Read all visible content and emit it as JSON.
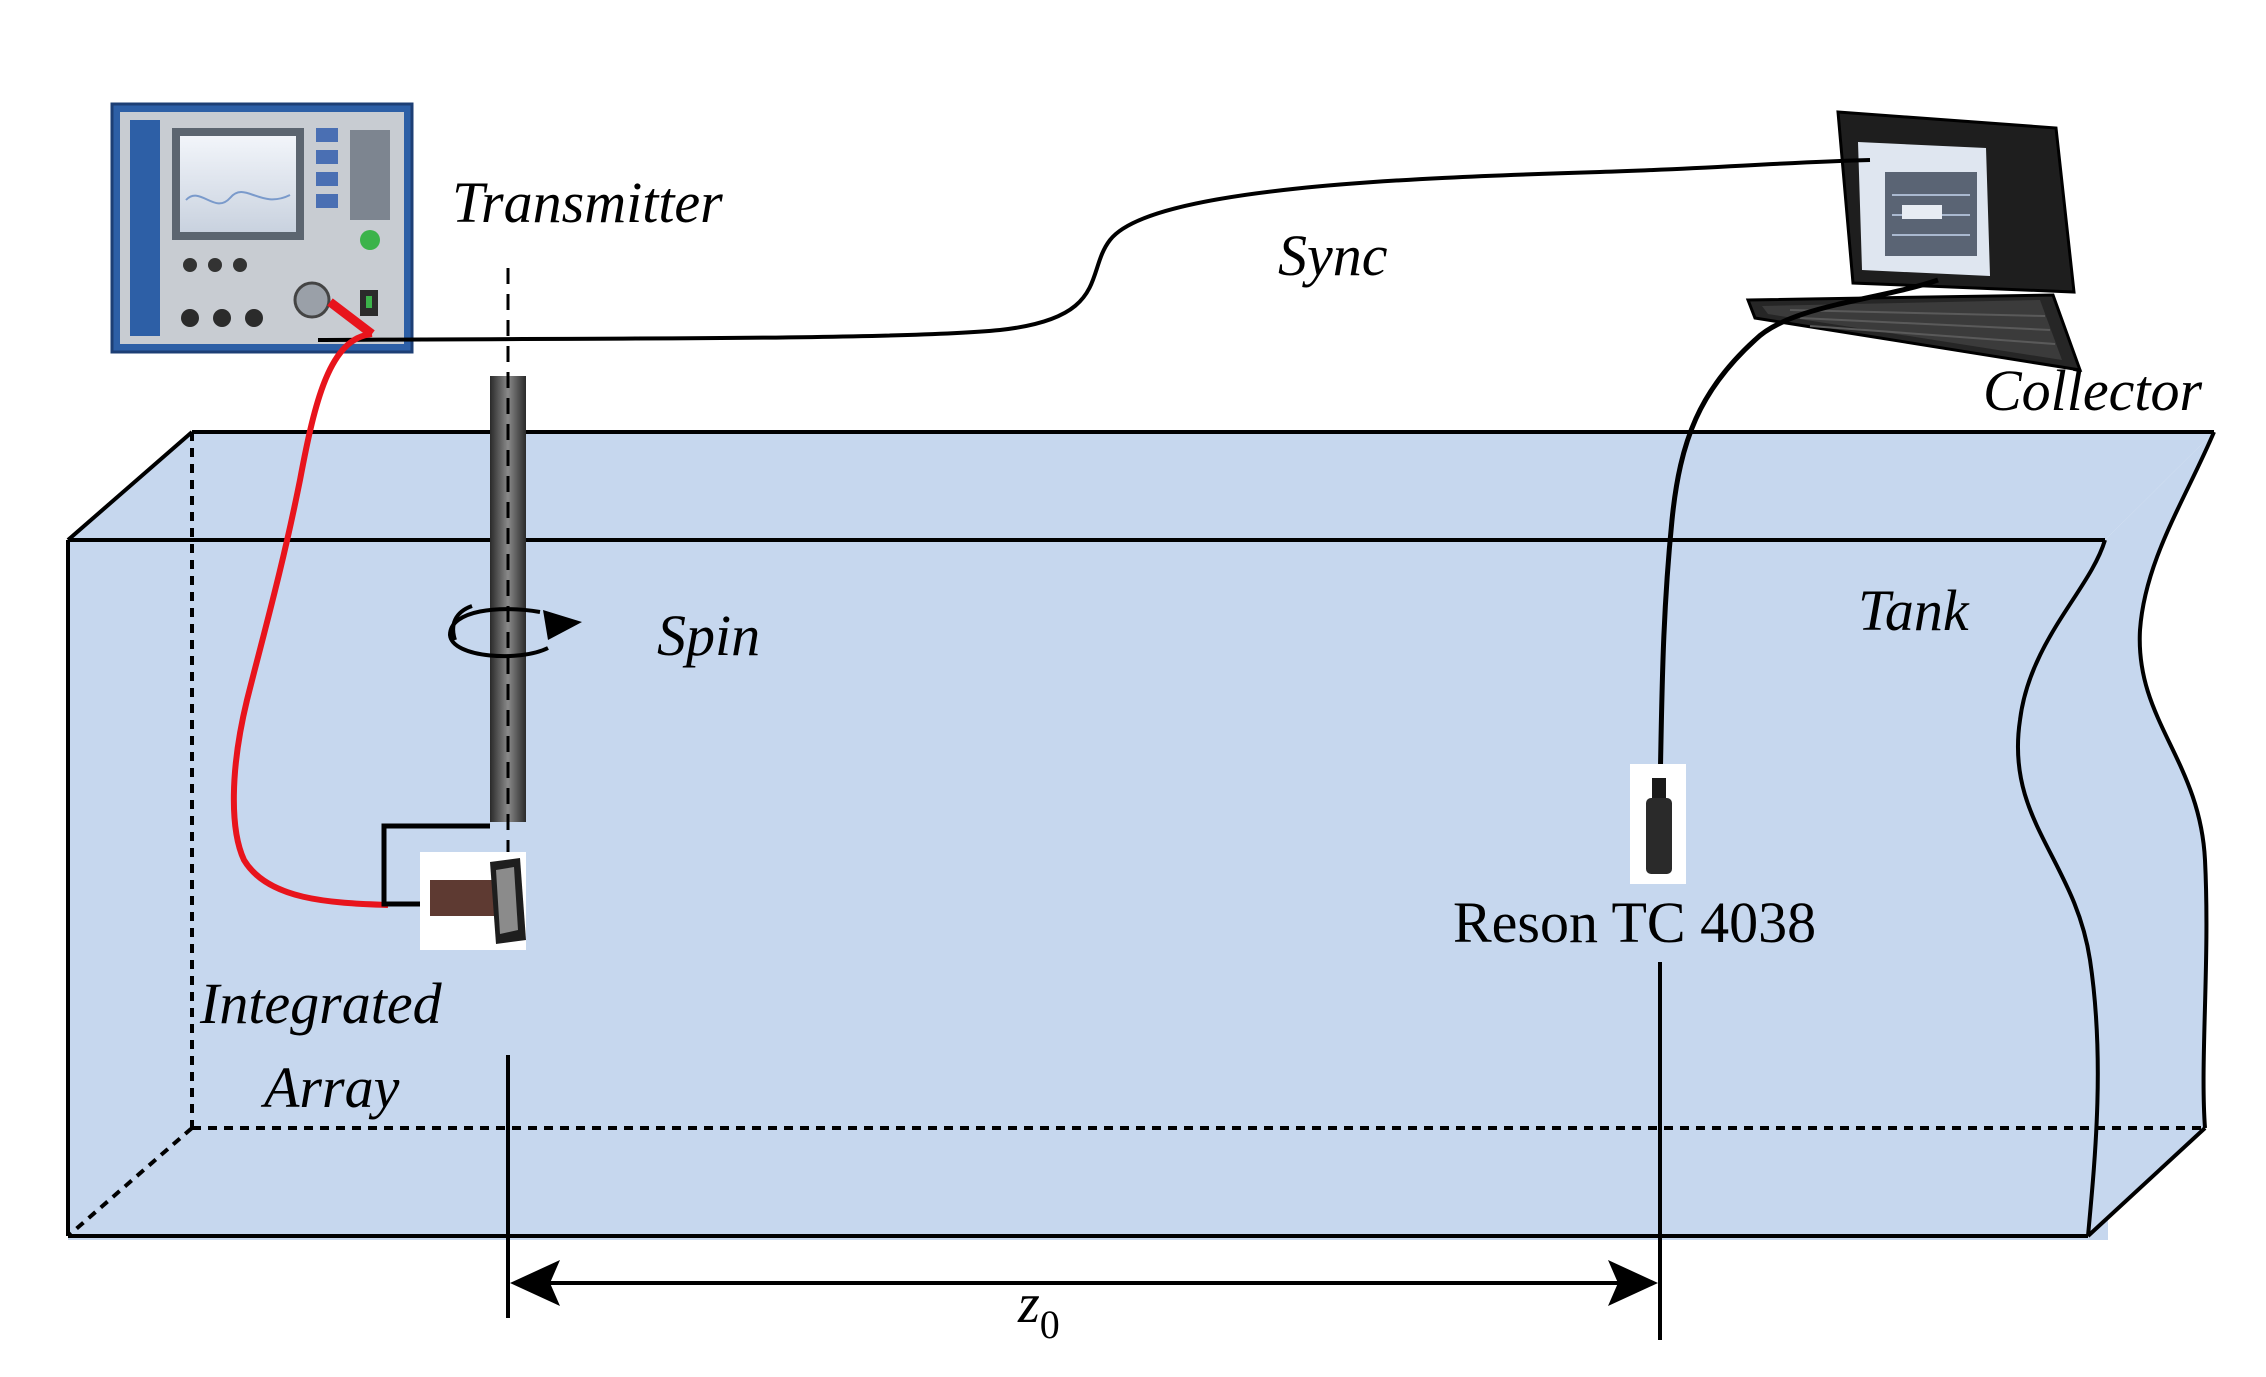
{
  "labels": {
    "transmitter": "Transmitter",
    "sync": "Sync",
    "collector": "Collector",
    "spin": "Spin",
    "tank": "Tank",
    "integrated_line1": "Integrated",
    "integrated_line2": "Array",
    "hydrophone": "Reson TC 4038",
    "distance_main": "z",
    "distance_sub": "0"
  },
  "colors": {
    "water": "#c6d7ee",
    "line": "#000000",
    "cable_red": "#e8141c",
    "rod": "#4a4a4a",
    "device_blue": "#2d5fa6",
    "device_grey": "#5c6570"
  },
  "icons": {
    "transmitter": "instrument-rack-icon",
    "collector": "portable-computer-icon",
    "array": "transducer-array-icon",
    "hydrophone": "hydrophone-icon",
    "spin": "rotation-arrow-icon"
  }
}
